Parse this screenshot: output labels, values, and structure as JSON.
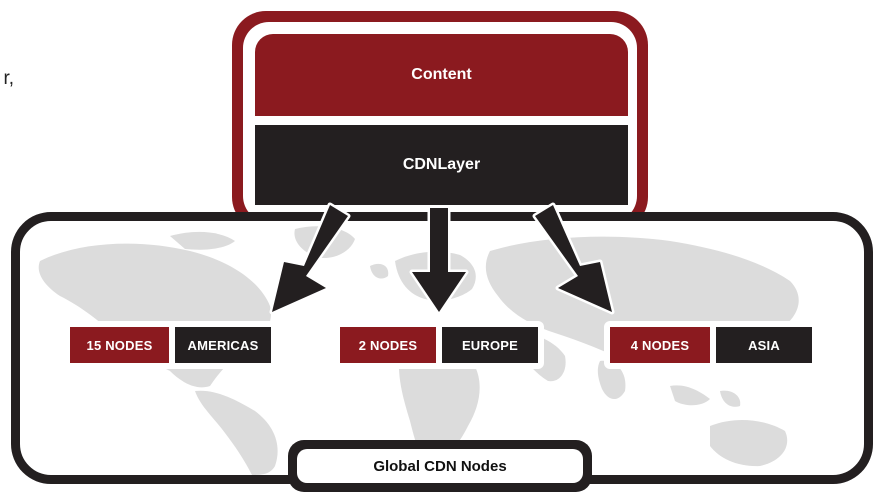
{
  "stray_text": "r,",
  "layers": {
    "content": "Content",
    "cdn": "CDNLayer"
  },
  "regions": [
    {
      "count": "15 NODES",
      "name": "AMERICAS"
    },
    {
      "count": "2 NODES",
      "name": "EUROPE"
    },
    {
      "count": "4 NODES",
      "name": "ASIA"
    }
  ],
  "footer_label": "Global CDN Nodes",
  "colors": {
    "brand_red": "#8b1a1f",
    "dark": "#231f20",
    "map_gray": "#dcdcdc"
  }
}
